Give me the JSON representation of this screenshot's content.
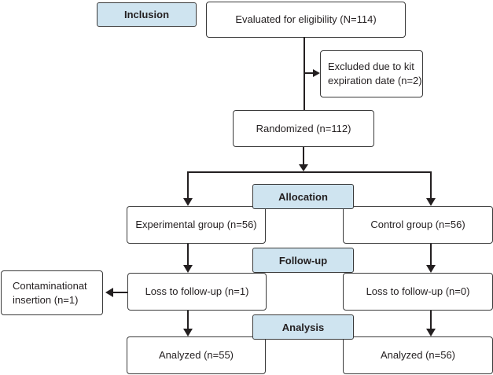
{
  "stages": {
    "inclusion": "Inclusion",
    "allocation": "Allocation",
    "follow_up": "Follow-up",
    "analysis": "Analysis"
  },
  "boxes": {
    "evaluated": "Evaluated for eligibility (N=114)",
    "excluded": "Excluded due to kit expiration date (n=2)",
    "randomized": "Randomized (n=112)",
    "experimental": "Experimental group (n=56)",
    "control": "Control group (n=56)",
    "contamination": "Contaminationat insertion (n=1)",
    "loss_experimental": "Loss to follow-up (n=1)",
    "loss_control": "Loss to follow-up (n=0)",
    "analyzed_experimental": "Analyzed (n=55)",
    "analyzed_control": "Analyzed (n=56)"
  }
}
